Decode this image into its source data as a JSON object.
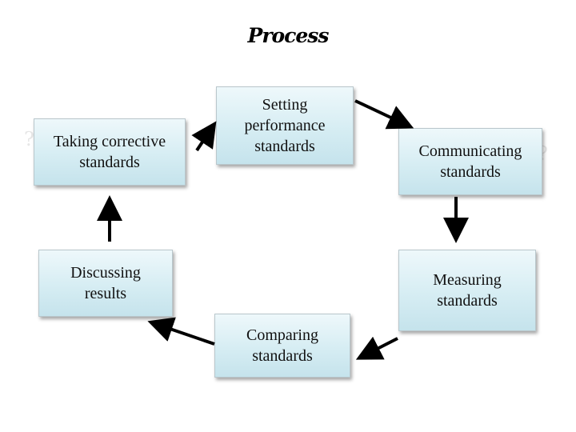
{
  "title": "Process",
  "nodes": {
    "setting": "Setting\nperformance\nstandards",
    "communicating": "Communicating\nstandards",
    "measuring": "Measuring\nstandards",
    "comparing": "Comparing\nstandards",
    "discussing": "Discussing\nresults",
    "taking_corrective": "Taking corrective\nstandards"
  },
  "arrow_color": "#000000",
  "box_border_color": "#b9c7cc"
}
